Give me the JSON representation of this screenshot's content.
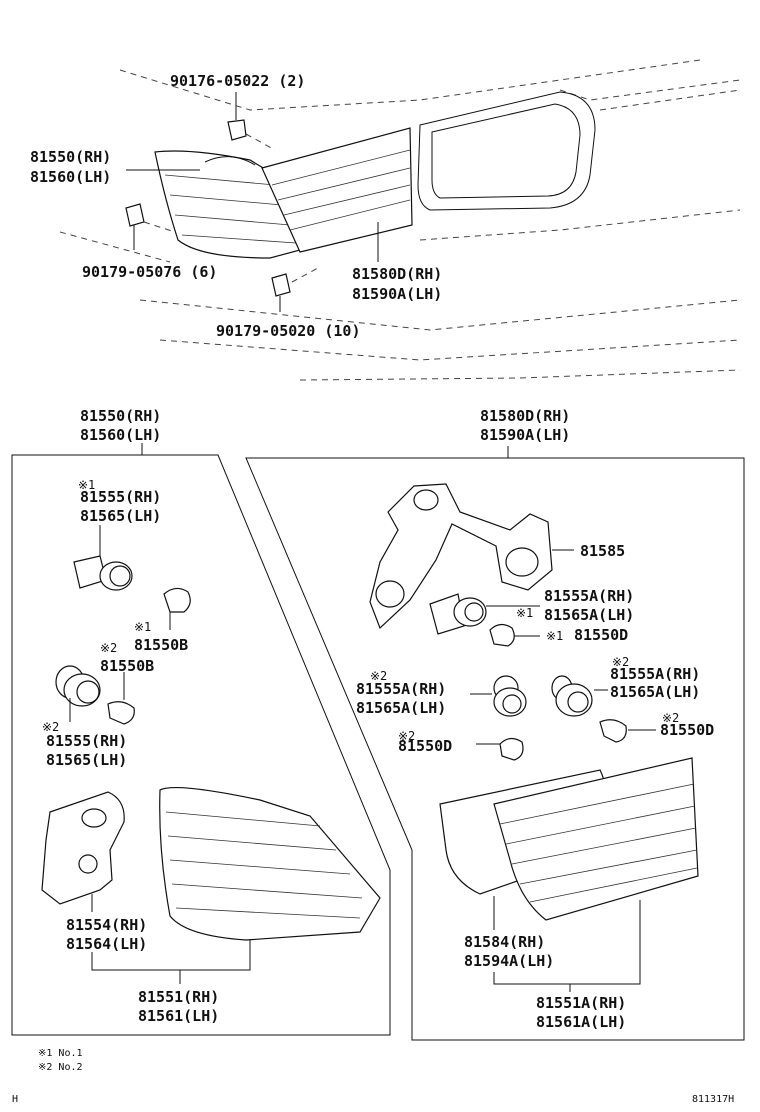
{
  "top": {
    "clip_top": "90176-05022 (2)",
    "lamp_rh": "81550(RH)",
    "lamp_lh": "81560(LH)",
    "clip_left": "90179-05076 (6)",
    "clip_bottom": "90179-05020 (10)",
    "inner_rh": "81580D(RH)",
    "inner_lh": "81590A(LH)"
  },
  "left_box": {
    "title_rh": "81550(RH)",
    "title_lh": "81560(LH)",
    "socket1_mark": "※1",
    "socket1_rh": "81555(RH)",
    "socket1_lh": "81565(LH)",
    "bulb1_mark": "※1",
    "bulb1": "81550B",
    "bulb2_mark": "※2",
    "bulb2": "81550B",
    "socket2_mark": "※2",
    "socket2_rh": "81555(RH)",
    "socket2_lh": "81565(LH)",
    "gasket_rh": "81554(RH)",
    "gasket_lh": "81564(LH)",
    "lens_rh": "81551(RH)",
    "lens_lh": "81561(LH)"
  },
  "right_box": {
    "title_rh": "81580D(RH)",
    "title_lh": "81590A(LH)",
    "bracket": "81585",
    "socketA_rh": "81555A(RH)",
    "socketA_mark": "※1",
    "socketA_lh": "81565A(LH)",
    "bulbA_mark": "※1",
    "bulbA": "81550D",
    "socketB_mark": "※2",
    "socketB_rh": "81555A(RH)",
    "socketB_lh": "81565A(LH)",
    "socketC_mark": "※2",
    "socketC_rh": "81555A(RH)",
    "socketC_lh": "81565A(LH)",
    "bulbB_mark": "※2",
    "bulbB": "81550D",
    "bulbC_mark": "※2",
    "bulbC": "81550D",
    "gasket_rh": "81584(RH)",
    "gasket_lh": "81594A(LH)",
    "lens_rh": "81551A(RH)",
    "lens_lh": "81561A(LH)"
  },
  "notes": {
    "note1": "※1 No.1",
    "note2": "※2 No.2"
  },
  "footer": {
    "left": "H",
    "right": "811317H"
  }
}
